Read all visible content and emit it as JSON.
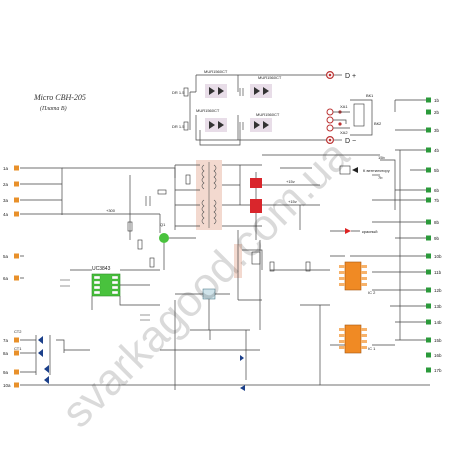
{
  "title": {
    "line1": "Mіcro СВН-205",
    "line2": "(Плата В)"
  },
  "watermark": "svarkagood.com.ua",
  "left_terminals": [
    "1a",
    "2a",
    "3a",
    "4a",
    "5a",
    "6a",
    "7a",
    "8a",
    "9a",
    "10a"
  ],
  "right_terminals": [
    "1b",
    "2b",
    "3b",
    "4b",
    "5b",
    "6b",
    "7b",
    "8b",
    "9b",
    "10b",
    "11b",
    "12b",
    "13b",
    "14b",
    "15b",
    "16b",
    "17b"
  ],
  "left_labels": {
    "ct2": "СТ2",
    "ct1": "СТ1"
  },
  "right_side_labels": {
    "vk1": "ВК1",
    "vk2": "ВК2",
    "xa1": "ХА1",
    "xa2": "ХА2"
  },
  "output_terminals": {
    "plus": "D +",
    "minus": "D −"
  },
  "ic_labels": {
    "uc": "UC3843",
    "ic2": "IC 2",
    "ic1": "IC 1",
    "q1": "Q1"
  },
  "net_labels": {
    "v300": "+300",
    "v15_1": "+15v",
    "v15_2": "+15v",
    "red_led": "красный",
    "to_fan": "К вентилятору",
    "v15b": "15b",
    "v16": "16",
    "c12": "С12",
    "v7b": "7b"
  },
  "diode_labels": [
    "MUR1560CT",
    "MUR1560CT",
    "MUR1560CT",
    "MUR1560CT"
  ],
  "dr_labels": [
    "DR 1.5",
    "DR 1.5"
  ],
  "colors": {
    "pin": "#e8902a",
    "ic_orange": "#f08a24",
    "ic_green": "#49c23d",
    "transformer": "#f3d9cf",
    "relay": "#d9262c",
    "wire": "#444444",
    "teal": "#2a9a3a"
  }
}
